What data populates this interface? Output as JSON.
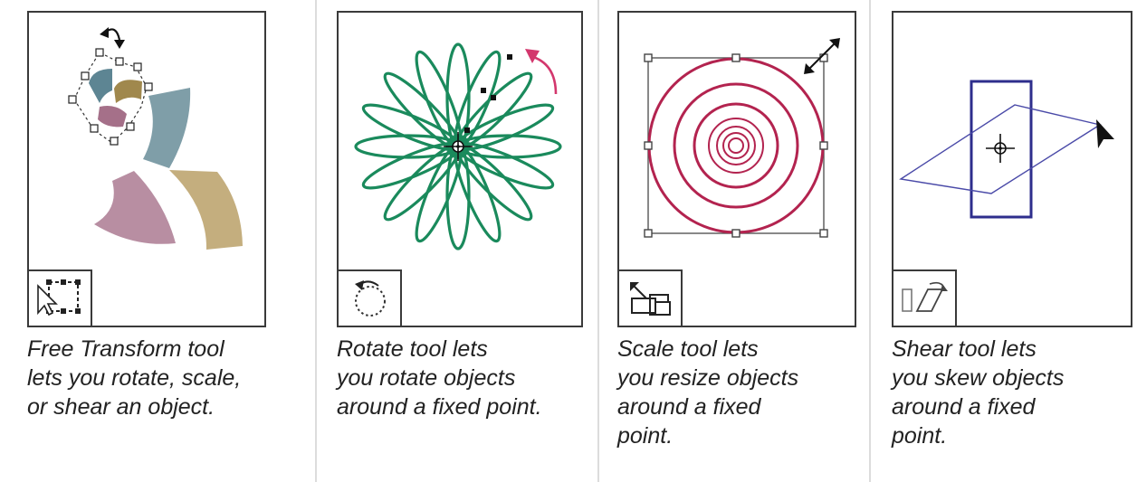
{
  "tools": [
    {
      "id": "free-transform",
      "caption": "Free Transform tool\nlets you rotate, scale,\nor shear an object.",
      "icon": "free-transform-icon"
    },
    {
      "id": "rotate",
      "caption": "Rotate tool lets\nyou rotate objects\naround a fixed point.",
      "icon": "rotate-icon"
    },
    {
      "id": "scale",
      "caption": "Scale tool lets\nyou resize objects\naround a fixed\npoint.",
      "icon": "scale-icon"
    },
    {
      "id": "shear",
      "caption": "Shear tool lets\nyou skew objects\naround a fixed\npoint.",
      "icon": "shear-icon"
    }
  ],
  "colors": {
    "teal": "#7f9ea8",
    "tan": "#c4ae7e",
    "mauve": "#b88ea2",
    "green": "#1a8a5c",
    "crimson": "#b3234f",
    "navy": "#2e2e8c",
    "pink": "#d3376d"
  }
}
